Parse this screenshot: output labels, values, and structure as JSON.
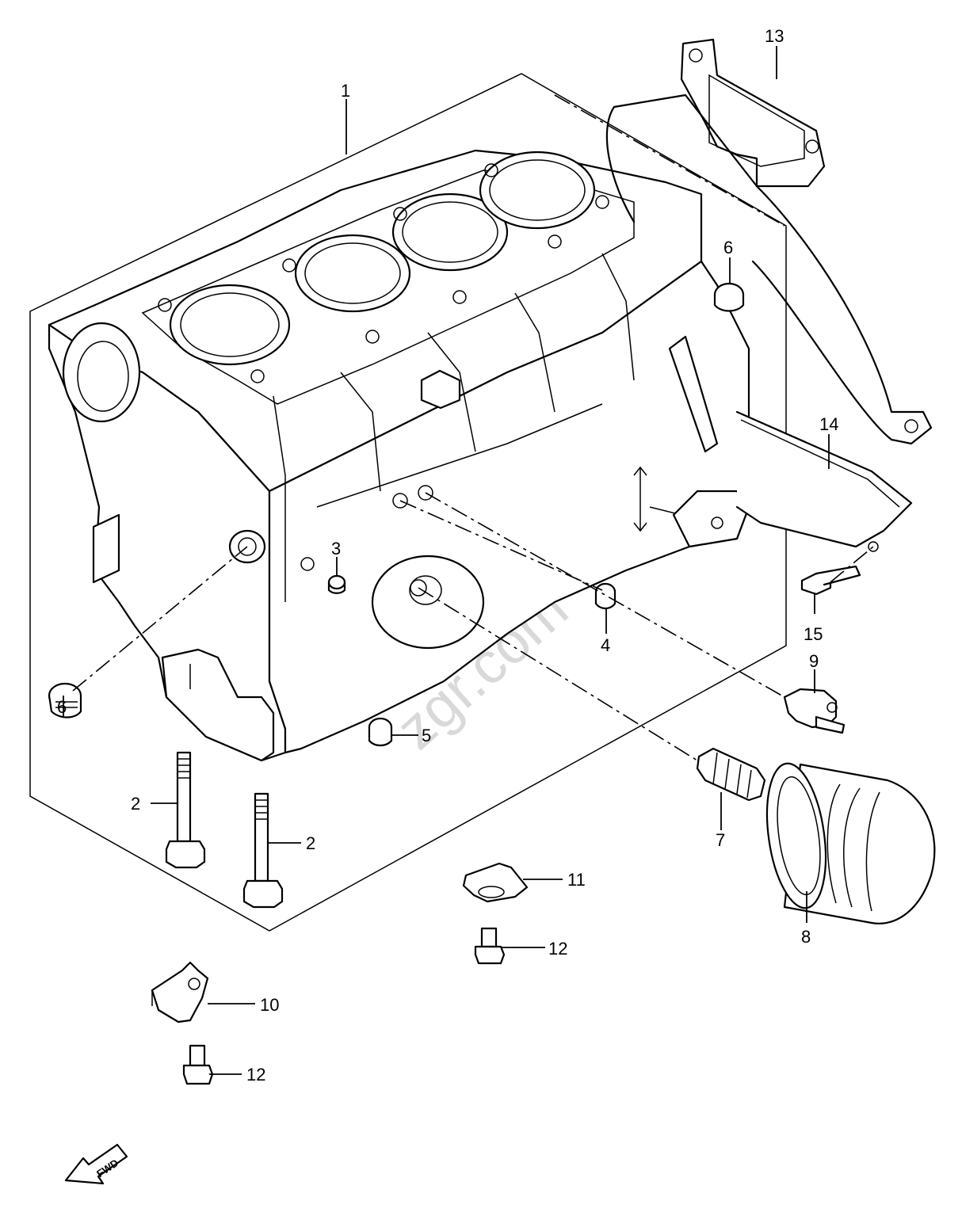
{
  "diagram": {
    "watermark": "zgr.com",
    "fwd_label": "FWD",
    "callouts": [
      {
        "id": "c1",
        "label": "1"
      },
      {
        "id": "c2a",
        "label": "2"
      },
      {
        "id": "c2b",
        "label": "2"
      },
      {
        "id": "c3",
        "label": "3"
      },
      {
        "id": "c4",
        "label": "4"
      },
      {
        "id": "c5",
        "label": "5"
      },
      {
        "id": "c6a",
        "label": "6"
      },
      {
        "id": "c6b",
        "label": "6"
      },
      {
        "id": "c7",
        "label": "7"
      },
      {
        "id": "c8",
        "label": "8"
      },
      {
        "id": "c9",
        "label": "9"
      },
      {
        "id": "c10",
        "label": "10"
      },
      {
        "id": "c11",
        "label": "11"
      },
      {
        "id": "c12a",
        "label": "12"
      },
      {
        "id": "c12b",
        "label": "12"
      },
      {
        "id": "c13",
        "label": "13"
      },
      {
        "id": "c14",
        "label": "14"
      },
      {
        "id": "c15",
        "label": "15"
      }
    ]
  }
}
